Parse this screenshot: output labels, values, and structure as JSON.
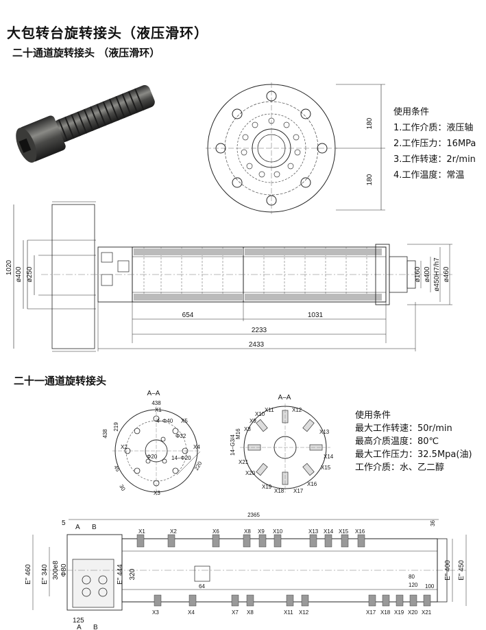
{
  "page": {
    "title": "大包转台旋转接头（液压滑环）",
    "subtitle": "二十通道旋转接头  （液压滑环）",
    "section2_title": "二十一通道旋转接头"
  },
  "conditions1": {
    "heading": "使用条件",
    "items": [
      "1.工作介质：液压轴",
      "2.工作压力：16MPa",
      "3.工作转速：2r/min",
      "4.工作温度：常温"
    ]
  },
  "conditions2": {
    "heading": "使用条件",
    "items": [
      "最大工作转速：50r/min",
      "最高介质温度：80℃",
      "最大工作压力：32.5Mpa(油)",
      "工作介质：水、乙二醇"
    ]
  },
  "drawing1": {
    "dims_top": [
      "180",
      "180"
    ],
    "dims_left": [
      "1020",
      "ø400",
      "ø250"
    ],
    "dims_bottom": [
      "654",
      "1031",
      "2233",
      "2433"
    ],
    "dims_right": [
      "ø160",
      "ø400",
      "ø450H7/h7",
      "ø460"
    ]
  },
  "drawing2": {
    "section_a": "A–A",
    "left_view": {
      "dims": [
        "438",
        "219",
        "438",
        "220",
        "45",
        "30"
      ],
      "labels": [
        "X1",
        "X2",
        "X3",
        "X4",
        "X5",
        "4–Φ40",
        "Φ32",
        "Φ20",
        "14–Φ20",
        "Φ20"
      ]
    },
    "right_view": {
      "labels": [
        "X10",
        "X11",
        "X12",
        "X9",
        "X8",
        "X13",
        "X14",
        "X15",
        "X16",
        "X17",
        "X18",
        "X19",
        "X20",
        "X21",
        "M16",
        "14–G3/4"
      ]
    },
    "bottom": {
      "length": "2365",
      "top_labels": [
        "5",
        "A",
        "B",
        "X1",
        "X2",
        "X6",
        "X8",
        "X9",
        "X10",
        "X13",
        "X14",
        "X15",
        "X16"
      ],
      "bottom_labels": [
        "X3",
        "X4",
        "X7",
        "X8",
        "X11",
        "X12",
        "X17",
        "X18",
        "X19",
        "X20",
        "X21",
        "125",
        "A",
        "B"
      ],
      "left_dims": [
        "E\" 460",
        "E\" 340",
        "300e8",
        "Φ80",
        "E\" 444",
        "320"
      ],
      "right_dims": [
        "E\" 400",
        "E\" 450"
      ],
      "small_dims": [
        "64",
        "36",
        "80",
        "120",
        "100"
      ]
    }
  }
}
